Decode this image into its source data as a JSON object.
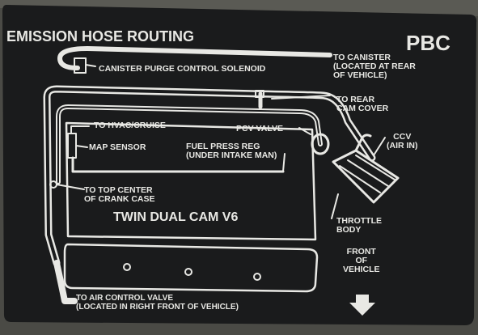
{
  "label": {
    "title": "EMISSION HOSE ROUTING",
    "code": "PBC",
    "engine_name": "TWIN DUAL CAM V6"
  },
  "callouts": {
    "canister_purge": "CANISTER PURGE CONTROL SOLENOID",
    "to_canister": "TO CANISTER\n(LOCATED AT REAR\nOF VEHICLE)",
    "to_rear_cam_cover": "TO REAR\nCAM COVER",
    "to_hvac_cruise": "TO HVAC/CRUISE",
    "pcv_valve": "PCV VALVE",
    "ccv": "CCV\n(AIR IN)",
    "map_sensor": "MAP SENSOR",
    "fuel_press_reg": "FUEL PRESS REG\n(UNDER  INTAKE MAN)",
    "to_top_center": "TO TOP CENTER\nOF CRANK CASE",
    "throttle_body": "THROTTLE\nBODY",
    "front_of_vehicle": "FRONT\nOF\nVEHICLE",
    "to_air_control_valve": "TO AIR CONTROL VALVE\n(LOCATED IN RIGHT FRONT OF VEHICLE)"
  },
  "colors": {
    "plate": "#1a1b1c",
    "ink": "#e8e8e4",
    "surround": "#4a4a45"
  },
  "icons": [
    "down-arrow-icon"
  ]
}
